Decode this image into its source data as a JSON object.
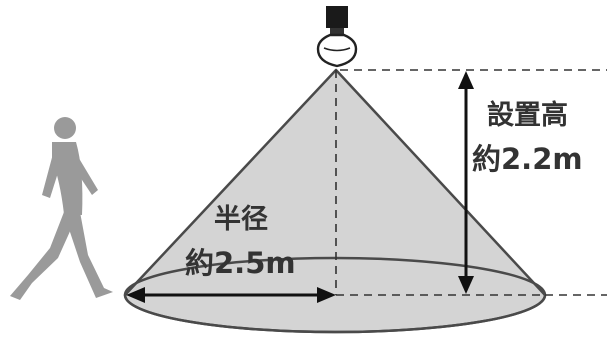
{
  "mounting_height": {
    "title": "設置高",
    "value": "約2.2m"
  },
  "detection_radius": {
    "title": "半径",
    "value": "約2.5m"
  },
  "icons": {
    "sensor": "sensor-bulb-icon",
    "person": "walking-person-icon"
  },
  "colors": {
    "cone_fill": "#d4d4d4",
    "outline": "#4a4a4a",
    "person": "#9a9a9a",
    "text": "#333333"
  }
}
